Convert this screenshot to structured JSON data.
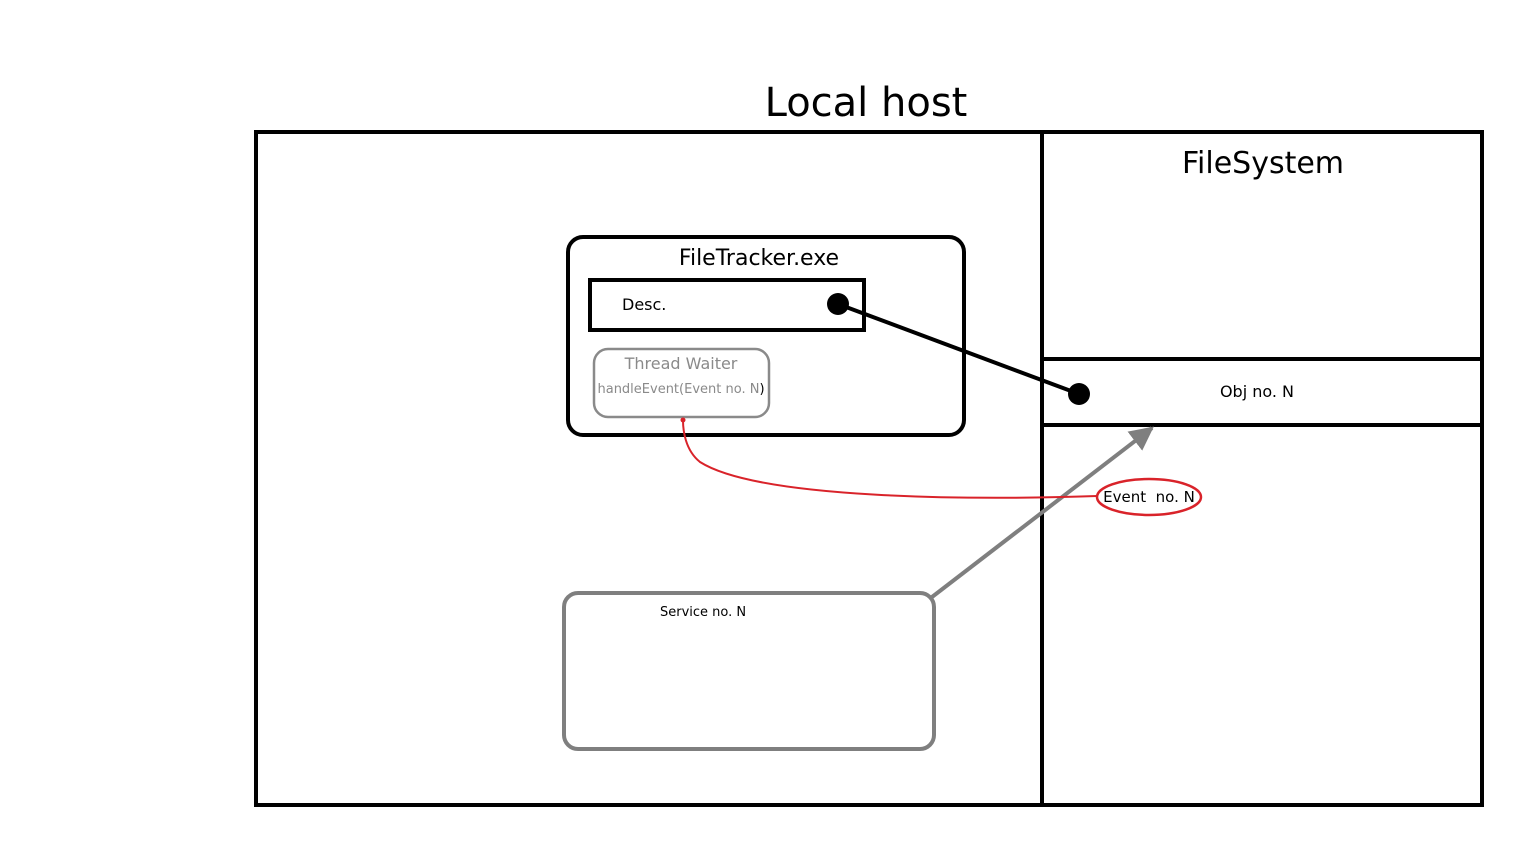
{
  "title": "Local host",
  "filesystem": {
    "label": "FileSystem",
    "object_label": "Obj no. N"
  },
  "filetracker": {
    "label": "FileTracker.exe",
    "descriptor_label": "Desc.",
    "thread_waiter": {
      "title": "Thread Waiter",
      "method_prefix": "handleEvent(",
      "method_arg": "Event no. N",
      "method_suffix": ")"
    }
  },
  "service": {
    "label": "Service no. N"
  },
  "event": {
    "label": "Event  no. N"
  },
  "colors": {
    "line": "#000000",
    "service_gray": "#7f7f7f",
    "thread_gray": "#8a8a8a",
    "event_red": "#d9232a"
  }
}
